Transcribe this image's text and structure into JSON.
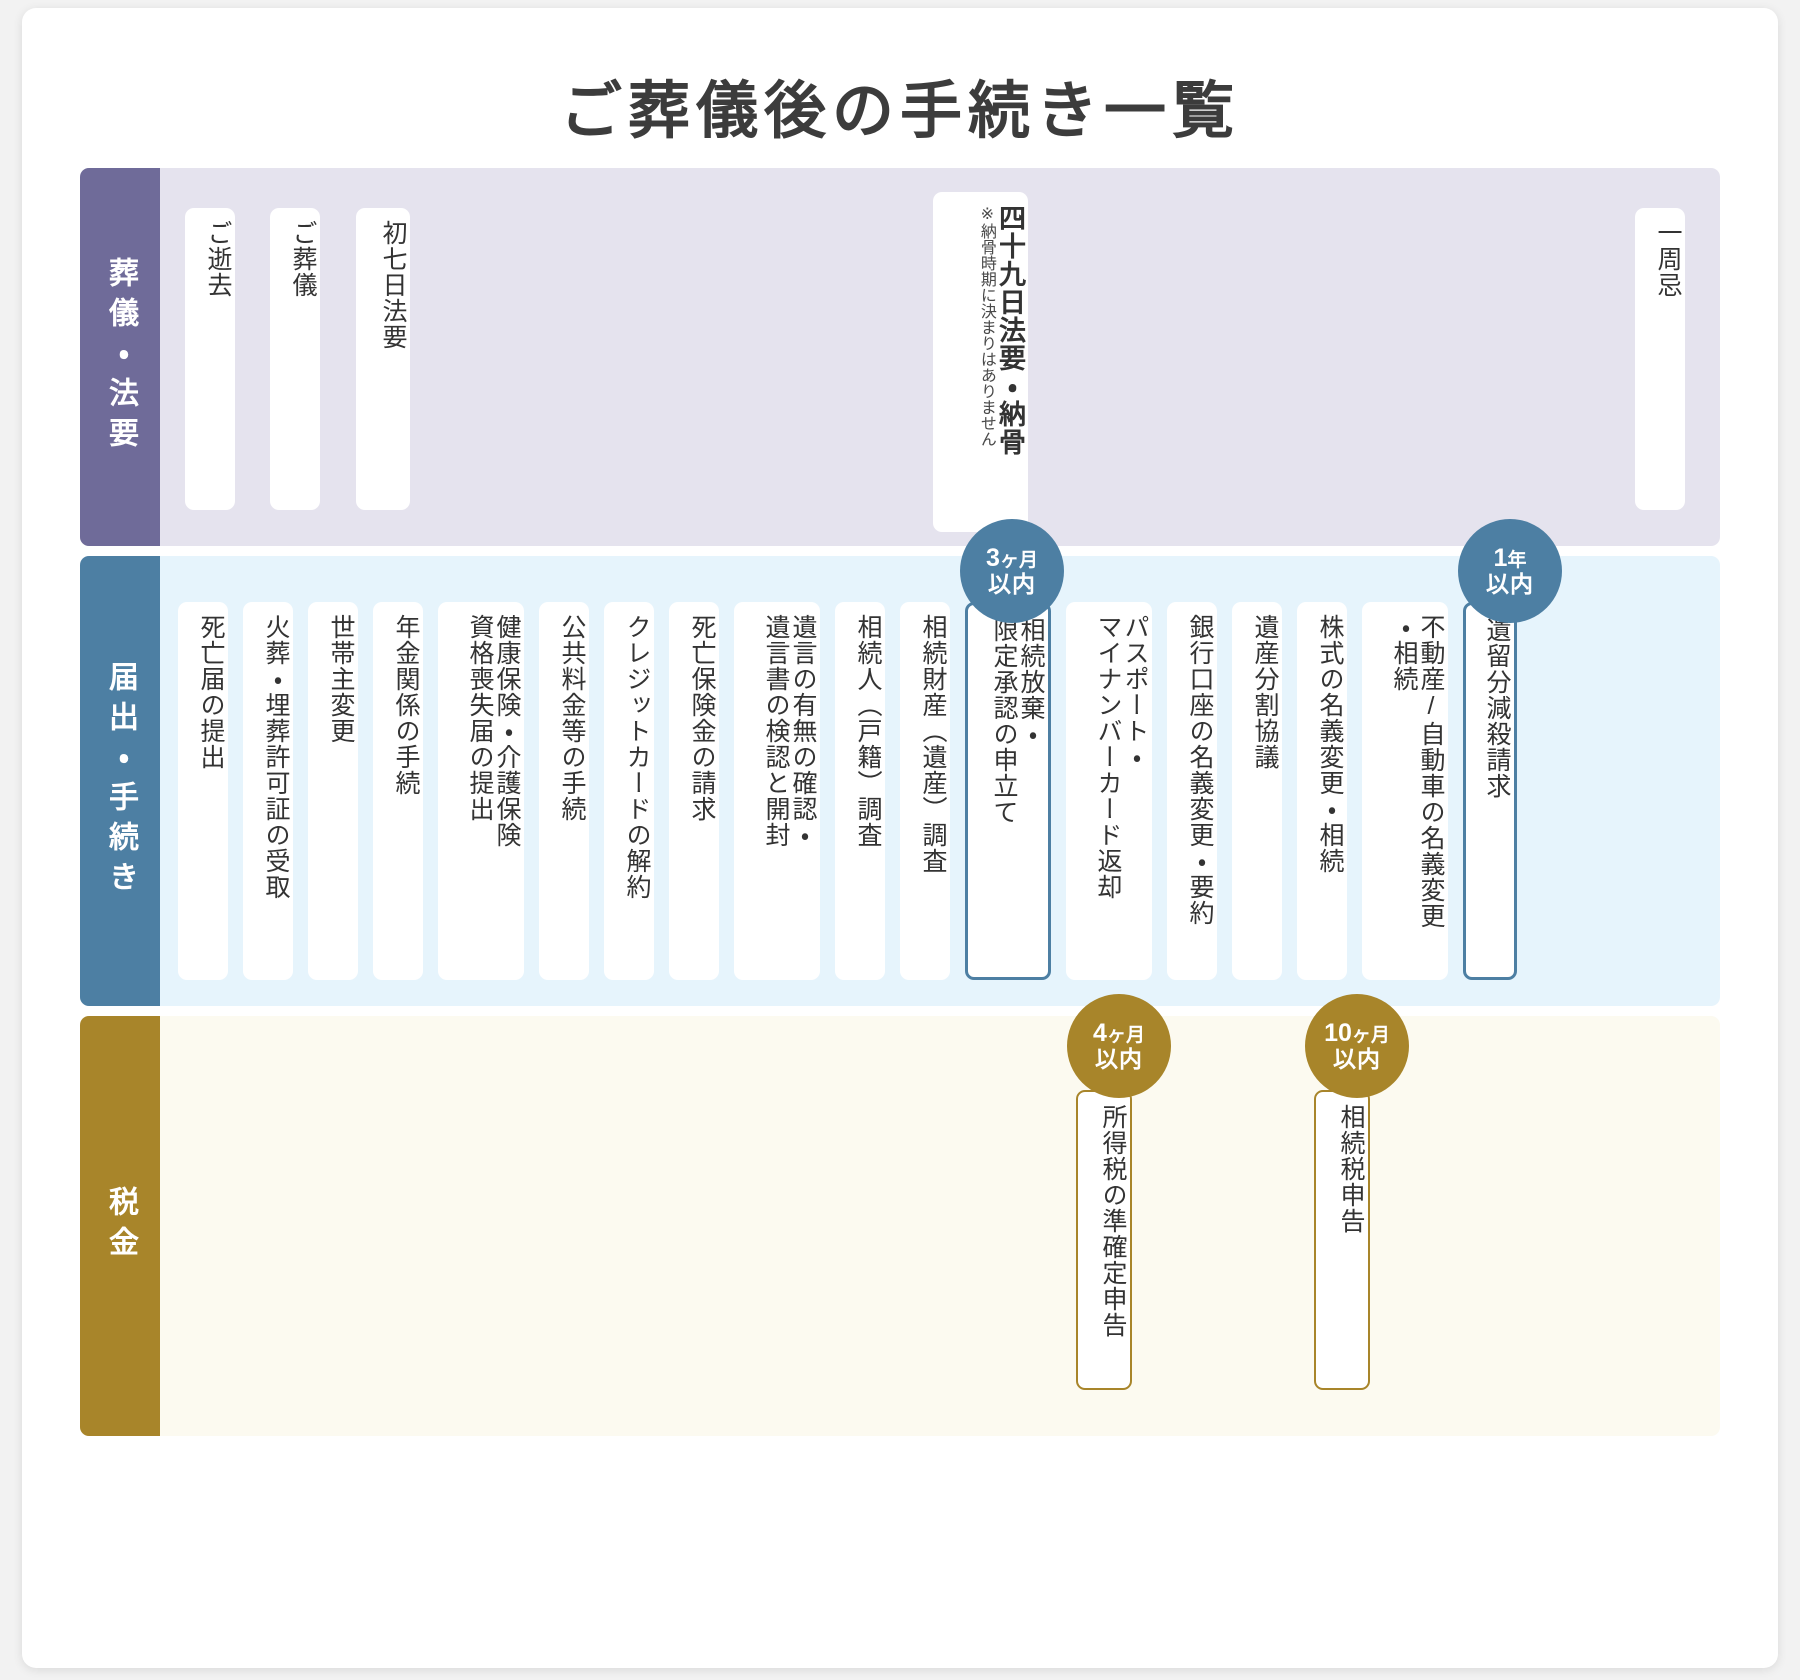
{
  "page": {
    "title": "ご葬儀後の手続き一覧"
  },
  "rows": [
    {
      "id": "funeral",
      "label": "葬儀・法要",
      "accent": "#6f6b99",
      "background": "#e5e3ee",
      "items": [
        {
          "text": "ご逝去"
        },
        {
          "text": "ご葬儀"
        },
        {
          "text": "初七日法要"
        },
        {
          "text": "四十九日法要・納骨",
          "note": "※納骨時期に決まりはありません"
        },
        {
          "text": "一周忌"
        }
      ]
    },
    {
      "id": "procedure",
      "label": "届出・手続き",
      "accent": "#4d7fa3",
      "background": "#e6f4fc",
      "items": [
        {
          "text": "死亡届の提出"
        },
        {
          "text": "火葬・埋葬許可証の受取"
        },
        {
          "text": "世帯主変更"
        },
        {
          "text": "年金関係の手続"
        },
        {
          "text": "健康保険・介護保険",
          "text2": "資格喪失届の提出"
        },
        {
          "text": "公共料金等の手続"
        },
        {
          "text": "クレジットカードの解約"
        },
        {
          "text": "死亡保険金の請求"
        },
        {
          "text": "遺言の有無の確認・",
          "text2": "遺言書の検認と開封"
        },
        {
          "text": "相続人（戸籍）調査"
        },
        {
          "text": "相続財産（遺産）調査"
        },
        {
          "text": "相続放棄・",
          "text2": "限定承認の申立て",
          "badge": {
            "amount": "3",
            "unit": "ヶ月",
            "within": "以内"
          }
        },
        {
          "text": "パスポート・",
          "text2": "マイナンバーカード返却"
        },
        {
          "text": "銀行口座の名義変更・要約"
        },
        {
          "text": "遺産分割協議"
        },
        {
          "text": "株式の名義変更・相続"
        },
        {
          "text": "不動産/自動車の名義変更",
          "text2": "・相続"
        },
        {
          "text": "遺留分減殺請求",
          "badge": {
            "amount": "1",
            "unit": "年",
            "within": "以内"
          }
        }
      ]
    },
    {
      "id": "tax",
      "label": "税金",
      "accent": "#a8852a",
      "background": "#fcfaf0",
      "items": [
        {
          "text": "所得税の準確定申告",
          "badge": {
            "amount": "4",
            "unit": "ヶ月",
            "within": "以内"
          }
        },
        {
          "text": "相続税申告",
          "badge": {
            "amount": "10",
            "unit": "ヶ月",
            "within": "以内"
          }
        }
      ]
    }
  ]
}
